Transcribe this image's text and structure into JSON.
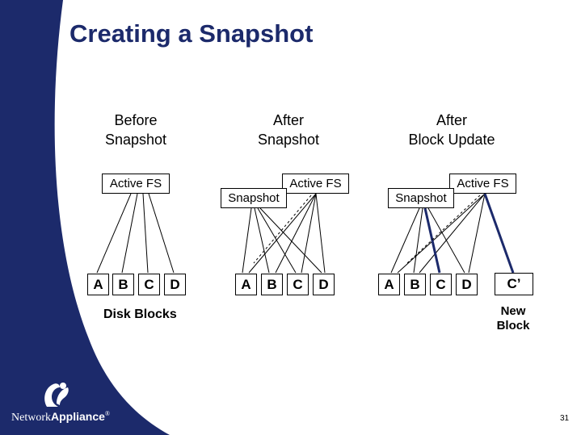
{
  "slide": {
    "title": "Creating a Snapshot",
    "page_number": "31"
  },
  "columns": [
    {
      "heading_line1": "Before",
      "heading_line2": "Snapshot"
    },
    {
      "heading_line1": "After",
      "heading_line2": "Snapshot"
    },
    {
      "heading_line1": "After",
      "heading_line2": "Block Update"
    }
  ],
  "boxes": {
    "active_fs": "Active FS",
    "snapshot": "Snapshot"
  },
  "blocks": [
    "A",
    "B",
    "C",
    "D"
  ],
  "new_block": {
    "label": "C’",
    "caption_line1": "New",
    "caption_line2": "Block"
  },
  "disk_blocks_label": "Disk Blocks",
  "logo": {
    "text_part1": "Network",
    "text_part2": "Appliance",
    "mark": "®"
  },
  "colors": {
    "navy": "#1c2a6b",
    "title": "#1c2a6b"
  }
}
